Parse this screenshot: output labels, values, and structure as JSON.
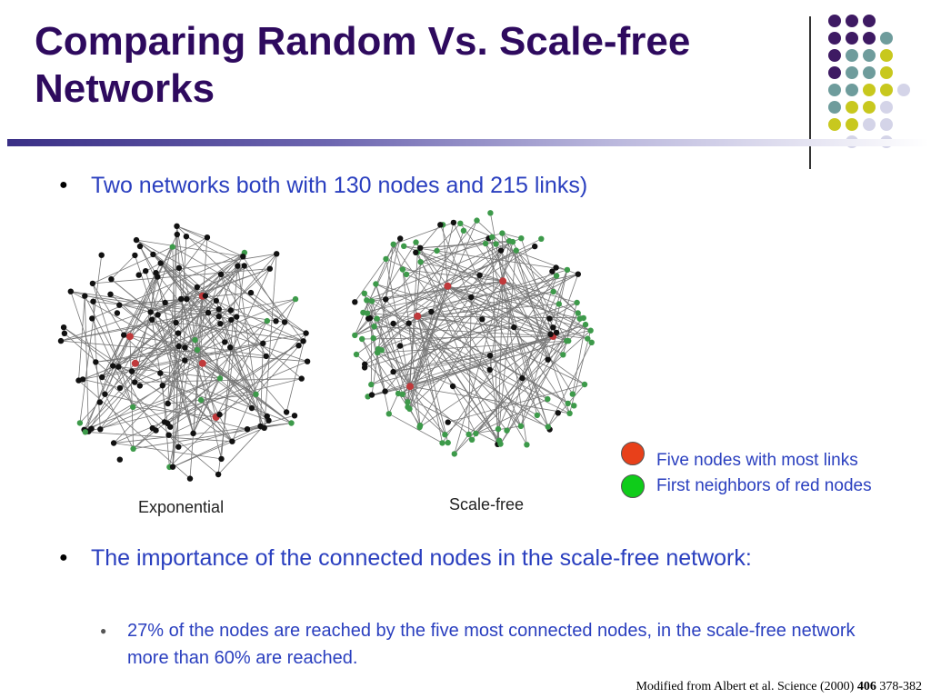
{
  "slide": {
    "title": "Comparing Random Vs. Scale-free Networks",
    "bullet1": "Two networks both with 130 nodes and 215 links)",
    "bullet2": "The importance of the connected nodes in the scale-free network:",
    "subbullet1": "27% of the nodes are reached by the five most connected nodes, in the scale-free network more than 60% are reached.",
    "citation_pre": "Modified from Albert et al. Science (2000) ",
    "citation_vol": "406",
    "citation_pages": " 378-382"
  },
  "figure": {
    "left_label": "Exponential",
    "right_label": "Scale-free"
  },
  "legend": {
    "red_label": "Five nodes with most links",
    "green_label": "First neighbors of red nodes"
  },
  "colors": {
    "title": "#2e0a5e",
    "text": "#2a3fbf",
    "red_node": "#e8401a",
    "green_node": "#0fcc1a",
    "net_red": "#c0393b",
    "net_green": "#3d9a4a",
    "net_black": "#111111",
    "deco_purple": "#3e1a63",
    "deco_teal": "#6e9c9c",
    "deco_yellow": "#c8c81e",
    "deco_lavender": "#d4d4e8"
  }
}
